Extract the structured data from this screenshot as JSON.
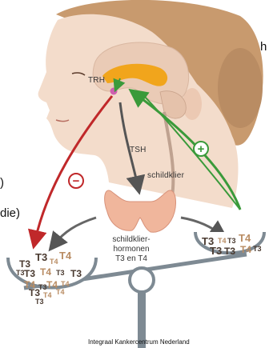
{
  "left_fragments": [
    "h",
    ")",
    "die)"
  ],
  "labels": {
    "trh": "TRH",
    "tsh": "TSH",
    "schildklier": "schildklier",
    "schildklier_hormonen": [
      "schildklier-",
      "hormonen",
      "T3 en T4"
    ]
  },
  "left_bowl": [
    "T3",
    "T3",
    "T4",
    "T4",
    "T3",
    "T3",
    "T4",
    "T3",
    "T3",
    "T4",
    "T3",
    "T4",
    "T4",
    "T3",
    "T4",
    "T4",
    "T3"
  ],
  "right_bowl": [
    "T3",
    "T4",
    "T3",
    "T4",
    "T3",
    "T3",
    "T4",
    "T3"
  ],
  "signs": {
    "negative": "−",
    "positive": "+"
  },
  "credit": "Integraal Kankercentrum Nederland",
  "colors": {
    "negative_arrow": "#c0282a",
    "positive_arrow": "#3a9a3a",
    "grey_arrow": "#555555",
    "skin": "#f3dccb",
    "hair": "#c89a6e",
    "thyroid": "#f0b69c",
    "bowl": "#7e8a93"
  }
}
